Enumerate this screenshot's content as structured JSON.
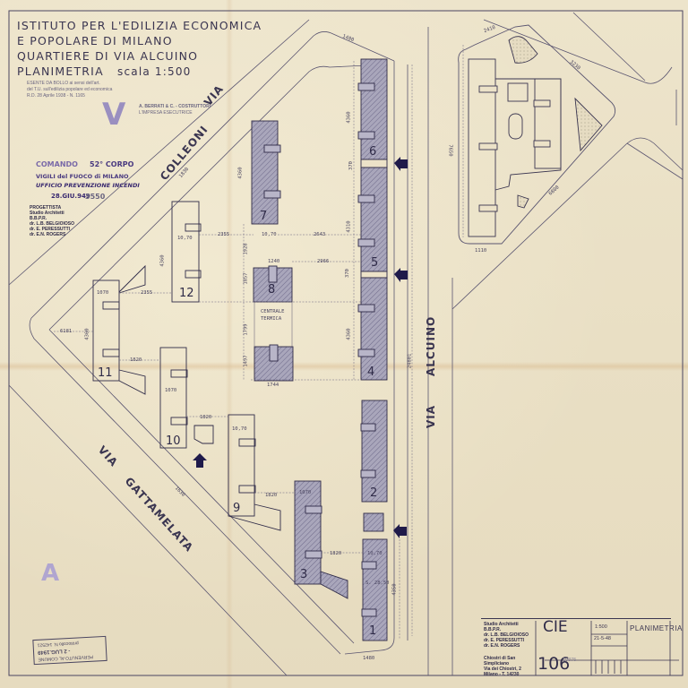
{
  "title": {
    "line1": "ISTITUTO PER L'EDILIZIA ECONOMICA",
    "line2": "E POPOLARE DI MILANO",
    "line3": "QUARTIERE DI VIA ALCUINO",
    "line4_label": "PLANIMETRIA",
    "line4_scale": "scala 1:500"
  },
  "stamps": {
    "bollo_1": "ESENTE DA BOLLO ai sensi dell'art.",
    "bollo_2": "del T.U. sull'edilizia popolare ed economica",
    "bollo_3": "R.D. 28 Aprile 1938 - N. 1165",
    "vigili_1": "COMANDO",
    "vigili_2": "52° CORPO",
    "vigili_3": "VIGILI del FUOCO di MILANO",
    "vigili_4": "UFFICIO PREVENZIONE INCENDI",
    "vigili_date": "28.GIU.949",
    "vigili_num": "3550",
    "progettista_1": "PROGETTISTA",
    "progettista_2": "Studio Architetti",
    "progettista_3": "B.B.P.R.",
    "progettista_4": "dr. L.B. BELGIOIOSO",
    "progettista_5": "dr. E. PERESSUTTI",
    "progettista_6": "dr. E.N. ROGERS",
    "impresa_1": "A. BERRATI & C. - COSTRUTTORI",
    "impresa_2": "L'IMPRESA ESECUTRICE",
    "received_1": "PERVENUTO AL COMUNE",
    "received_2": "- 2 LUG.1949",
    "received_3": "protocollo N. 142521",
    "mark_v": "V",
    "mark_a": "A"
  },
  "streets": {
    "colleoni": "VIA COLLEONI",
    "colleoni_via": "VIA",
    "colleoni_name": "COLLEONI",
    "alcuino_via": "VIA",
    "alcuino_name": "ALCUINO",
    "gattamelata_via": "VIA",
    "gattamelata_name": "GATTAMELATA"
  },
  "buildings": [
    {
      "id": "1",
      "label": "1"
    },
    {
      "id": "2",
      "label": "2"
    },
    {
      "id": "3",
      "label": "3"
    },
    {
      "id": "4",
      "label": "4"
    },
    {
      "id": "5",
      "label": "5"
    },
    {
      "id": "6",
      "label": "6"
    },
    {
      "id": "7",
      "label": "7"
    },
    {
      "id": "8",
      "label": "8"
    },
    {
      "id": "9",
      "label": "9"
    },
    {
      "id": "10",
      "label": "10"
    },
    {
      "id": "11",
      "label": "11"
    },
    {
      "id": "12",
      "label": "12"
    }
  ],
  "central_heating": {
    "line1": "CENTRALE",
    "line2": "TERMICA"
  },
  "dimensions": {
    "d_1480_top": "1480",
    "d_4360_b6": "4360",
    "d_370": "370",
    "d_4310_b5": "4310",
    "d_4360_b7": "4360",
    "d_2355_a": "2355",
    "d_1070_a": "10,70",
    "d_2643": "2643",
    "d_1928": "1928",
    "d_1240": "1240",
    "d_2966": "2966",
    "d_1857": "1857",
    "d_1799": "1799",
    "d_1497": "1497",
    "d_1744": "1744",
    "d_1070_12": "10,70",
    "d_4360_12": "4360",
    "d_1070_11": "1070",
    "d_2355_b": "2355",
    "d_6181": "6181",
    "d_4360_11": "4360",
    "d_1820_a": "1820",
    "d_1070_10": "1070",
    "d_1820_b": "1820",
    "d_1070_9": "10,70",
    "d_1820_c": "1820",
    "d_1070_3": "1070",
    "d_1820_d": "1820",
    "d_1070_1": "10,70",
    "d_s2850": "S. 28,50",
    "d_4350": "4350",
    "d_1480_bottom": "1480",
    "d_24801": "24801",
    "d_1830_colleoni": "1830",
    "d_1630_gatt": "1630",
    "d_2410": "2410",
    "d_3230": "3230",
    "d_7650": "7650",
    "d_6800": "6800",
    "d_1110": "1110"
  },
  "cartouche": {
    "studio_1": "Studio Architetti",
    "studio_2": "B.B.P.R.",
    "studio_3": "dr. L.B. BELGIOIOSO",
    "studio_4": "dr. E. PERESSUTTI",
    "studio_5": "dr. E.N. ROGERS",
    "address_1": "Chiostri di San",
    "address_2": "Simpliciano",
    "address_3": "Via dei Chiostri, 2",
    "address_4": "Milano - T. 14230",
    "client": "CIE",
    "sheet_number": "106",
    "sheet_sub": "10875",
    "scale": "1:500",
    "date": "21-5-48",
    "drawing_title": "PLANIMETRIA"
  },
  "colors": {
    "ink": "#3a3550",
    "hatch_fill": "#9f9cb3",
    "paper": "#ece2c8",
    "arrow": "#1f1a4a",
    "stamp_purple": "#7a6aa8"
  }
}
